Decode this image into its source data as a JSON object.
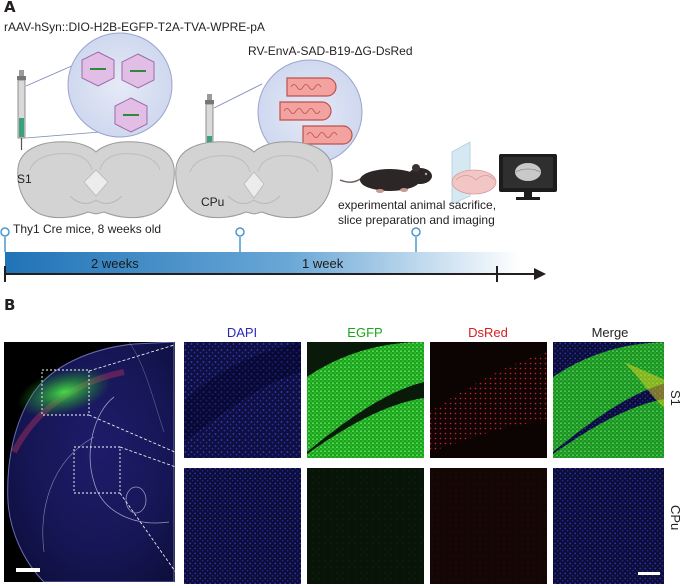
{
  "panel_a": {
    "letter": "A",
    "virus1": "rAAV-hSyn::DIO-H2B-EGFP-T2A-TVA-WPRE-pA",
    "virus2": "RV-EnvA-SAD-B19-ΔG-DsRed",
    "region1": "S1",
    "region2": "CPu",
    "mice": "Thy1 Cre mice, 8 weeks old",
    "interval1": "2 weeks",
    "interval2": "1 week",
    "final_step_line1": "experimental animal sacrifice,",
    "final_step_line2": "slice preparation and imaging"
  },
  "panel_b": {
    "letter": "B",
    "columns": [
      "DAPI",
      "EGFP",
      "DsRed",
      "Merge"
    ],
    "column_colors": [
      "#2a2ab8",
      "#1aa51a",
      "#d42020",
      "#231f20"
    ],
    "rows": [
      "S1",
      "CPu"
    ]
  }
}
